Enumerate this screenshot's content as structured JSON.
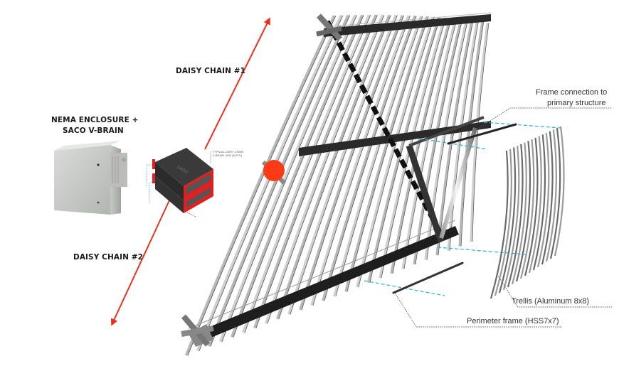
{
  "diagram": {
    "title": "Trellis structure control wiring diagram",
    "labels": {
      "enclosure_line1": "NEMA ENCLOSURE +",
      "enclosure_line2": "SACO V-BRAIN",
      "daisy_chain_1": "DAISY CHAIN #1",
      "daisy_chain_2": "DAISY CHAIN #2",
      "controller_callout_line1": "TYPICAL DAISY CHAIN",
      "controller_callout_line2": "V-BRAIN 1600 (DOTS)",
      "controller_brand": "SACO",
      "frame_connection_line1": "Frame connection to",
      "frame_connection_line2": "primary structure",
      "trellis": "Trellis (Aluminum 8x8)",
      "perimeter_frame": "Perimeter frame (HSS7x7)"
    },
    "colors": {
      "arrow": "#e8321e",
      "marker": "#ff3a16",
      "leader_dashed": "#2ab0c8",
      "controller_accent": "#e02020",
      "text": "#1a1a1a"
    }
  }
}
